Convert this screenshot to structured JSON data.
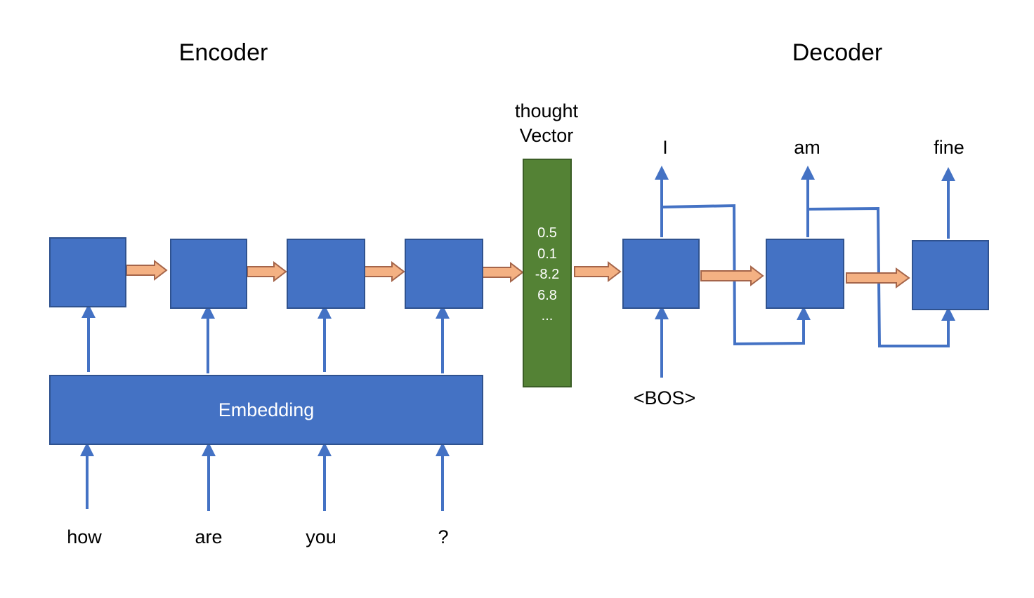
{
  "titles": {
    "encoder": "Encoder",
    "decoder": "Decoder"
  },
  "thought_vector": {
    "label_line1": "thought",
    "label_line2": "Vector",
    "values": [
      "0.5",
      "0.1",
      "-8.2",
      "6.8",
      "..."
    ]
  },
  "embedding_label": "Embedding",
  "input_tokens": [
    "how",
    "are",
    "you",
    "?"
  ],
  "decoder_start": "<BOS>",
  "output_tokens": [
    "I",
    "am",
    "fine"
  ],
  "colors": {
    "rnn_cell": "#4472C4",
    "thought_vector": "#548235",
    "state_arrow": "#F4B183",
    "connector": "#4472C4"
  }
}
